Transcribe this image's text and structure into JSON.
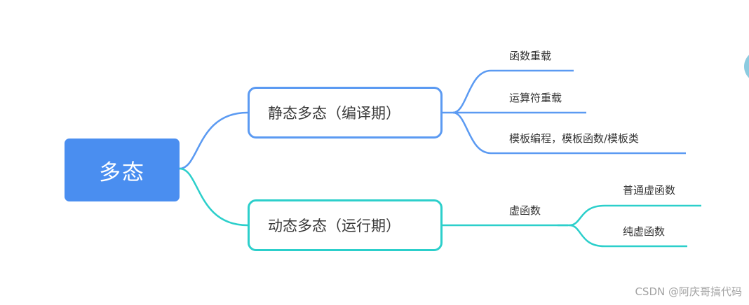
{
  "colors": {
    "root": "#4a8ef0",
    "blue": "#5b9af2",
    "cyan": "#2ccfcb",
    "corner": "#8ccbe0"
  },
  "root": {
    "label": "多态"
  },
  "branches": [
    {
      "label": "静态多态（编译期）",
      "children": [
        {
          "label": "函数重载"
        },
        {
          "label": "运算符重载"
        },
        {
          "label": "模板编程，模板函数/模板类"
        }
      ]
    },
    {
      "label": "动态多态（运行期）",
      "children": [
        {
          "label": "虚函数",
          "children": [
            {
              "label": "普通虚函数"
            },
            {
              "label": "纯虚函数"
            }
          ]
        }
      ]
    }
  ],
  "watermark": "CSDN @阿庆哥搞代码"
}
